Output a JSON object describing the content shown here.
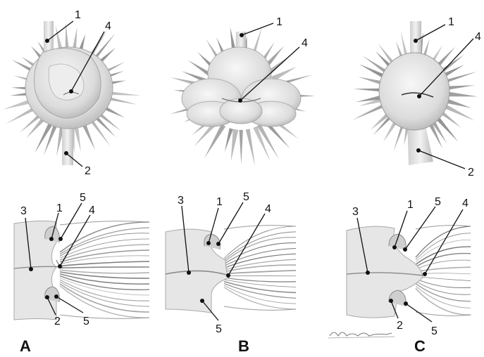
{
  "labels": {
    "n1": "1",
    "n2": "2",
    "n3": "3",
    "n4": "4",
    "n5": "5"
  },
  "panels": {
    "a": "A",
    "b": "B",
    "c": "C"
  },
  "signature": "R. Montalbano",
  "colors": {
    "ink": "#111111",
    "tissue": "#e4e4e4",
    "tissue_dark": "#b8b8b8",
    "hair": "#8a8a8a"
  }
}
